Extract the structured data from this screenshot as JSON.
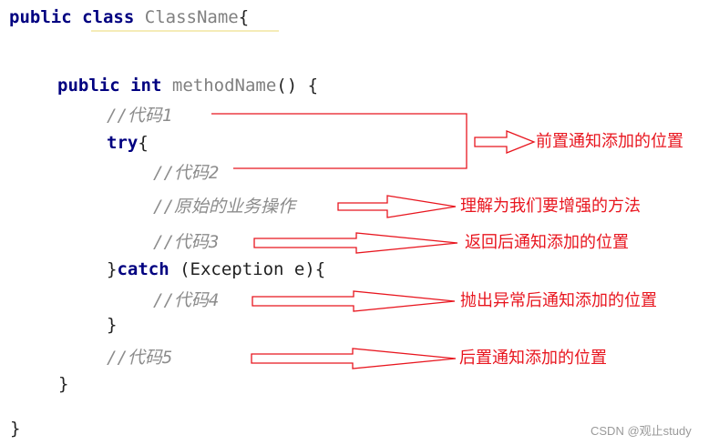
{
  "code": {
    "line1": {
      "kw1": "public",
      "kw2": "class",
      "name": "ClassName",
      "brace": "{"
    },
    "line2": {
      "kw1": "public",
      "kw2": "int",
      "name": "methodName",
      "rest": "() {"
    },
    "comment1": "//代码1",
    "try_kw": "try",
    "try_brace": "{",
    "comment2": "//代码2",
    "comment_business": "//原始的业务操作",
    "comment3": "//代码3",
    "catch_open": "}",
    "catch_kw": "catch",
    "catch_rest": " (Exception e){",
    "comment4": "//代码4",
    "close_catch": "}",
    "comment5": "//代码5",
    "close_method": "}",
    "close_class": "}"
  },
  "annotations": {
    "before": "前置通知添加的位置",
    "enhance": "理解为我们要增强的方法",
    "after_returning": "返回后通知添加的位置",
    "after_throwing": "抛出异常后通知添加的位置",
    "after": "后置通知添加的位置"
  },
  "watermark": "CSDN @观止study",
  "colors": {
    "keyword": "#000080",
    "identifier": "#808080",
    "comment": "#8c8c8c",
    "annotation": "#e8161f"
  }
}
